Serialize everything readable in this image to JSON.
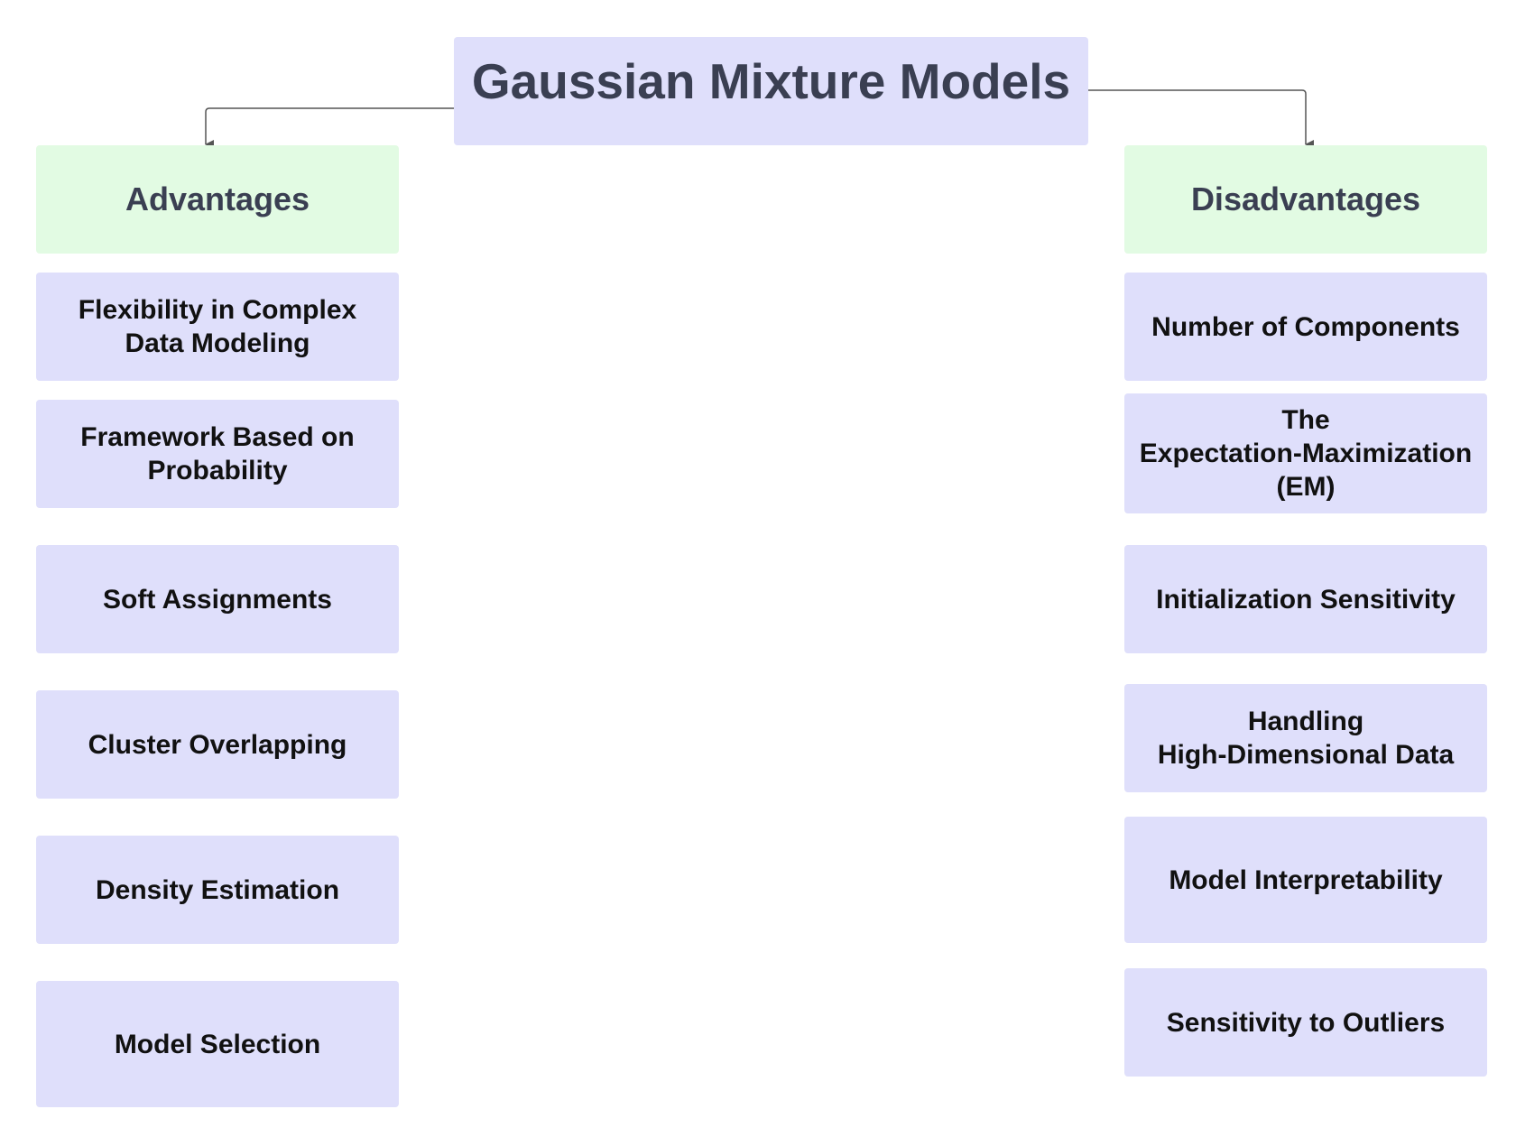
{
  "title": "Gaussian Mixture Models",
  "advantages": {
    "header": "Advantages",
    "items": [
      "Flexibility in Complex\nData Modeling",
      "Framework Based on\nProbability",
      "Soft Assignments",
      "Cluster Overlapping",
      "Density Estimation",
      "Model Selection"
    ]
  },
  "disadvantages": {
    "header": "Disadvantages",
    "items": [
      "Number of Components",
      "The\nExpectation-Maximization\n(EM)",
      "Initialization Sensitivity",
      "Handling\nHigh-Dimensional Data",
      "Model Interpretability",
      "Sensitivity to Outliers"
    ]
  },
  "colors": {
    "title_box": "#dfdffb",
    "header_box": "#e2fbe3",
    "item_box": "#dfdffb",
    "connector": "#555555"
  }
}
